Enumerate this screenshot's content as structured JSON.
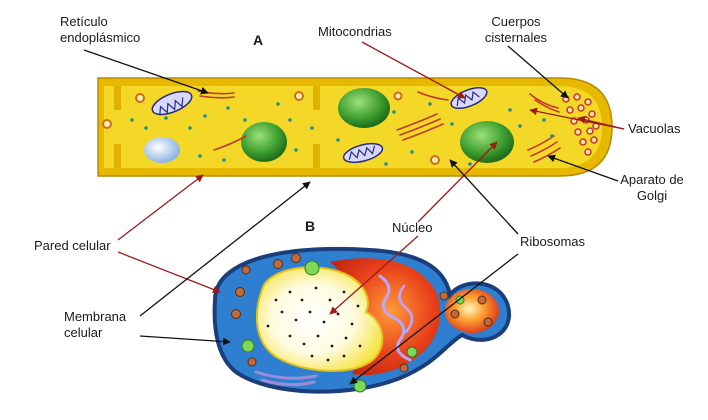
{
  "panels": {
    "a": "A",
    "b": "B"
  },
  "labels": {
    "reticulo": [
      "Retículo",
      "endoplásmico"
    ],
    "mitocondrias": "Mitocondrias",
    "cuerpos": [
      "Cuerpos",
      "cisternales"
    ],
    "vacuolas": "Vacuolas",
    "golgi": [
      "Aparato de",
      "Golgi"
    ],
    "pared": "Pared celular",
    "nucleo": "Núcleo",
    "ribosomas": "Ribosomas",
    "membrana": [
      "Membrana",
      "celular"
    ]
  },
  "colors": {
    "cytoplasm_yellow": "#f2d21c",
    "wall_yellow": "#e6b800",
    "yeast_blue": "#2f7fd1",
    "nucleus_green": "#3f9f2f",
    "vacuole_red": "#e8401a",
    "ribosome_teal": "#1f8f8f",
    "arrow_red": "#9b1b1b",
    "arrow_black": "#111111"
  }
}
